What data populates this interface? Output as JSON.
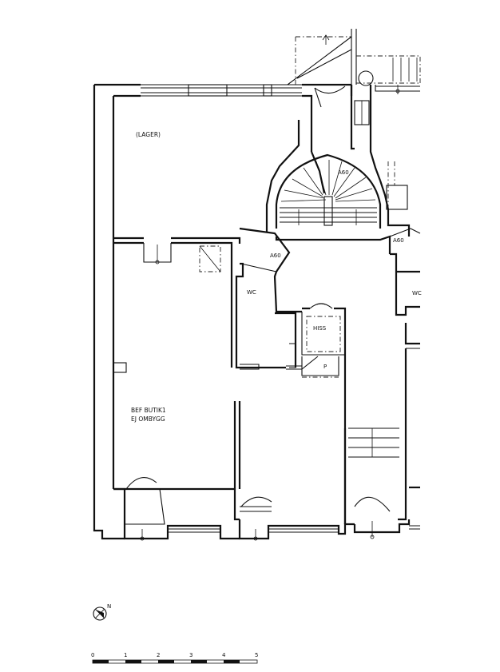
{
  "rooms": {
    "lager": "(LAGER)",
    "butik_line1": "BEF BUTIK1",
    "butik_line2": "EJ OMBYGG",
    "wc_left": "WC",
    "wc_right": "WC",
    "hiss": "HISS",
    "p": "P"
  },
  "fire_doors": {
    "stair": "A60",
    "hall_left": "A60",
    "hall_right": "A60"
  },
  "north_label": "N",
  "scale_bar": {
    "ticks": [
      "0",
      "1",
      "2",
      "3",
      "4",
      "5"
    ]
  }
}
